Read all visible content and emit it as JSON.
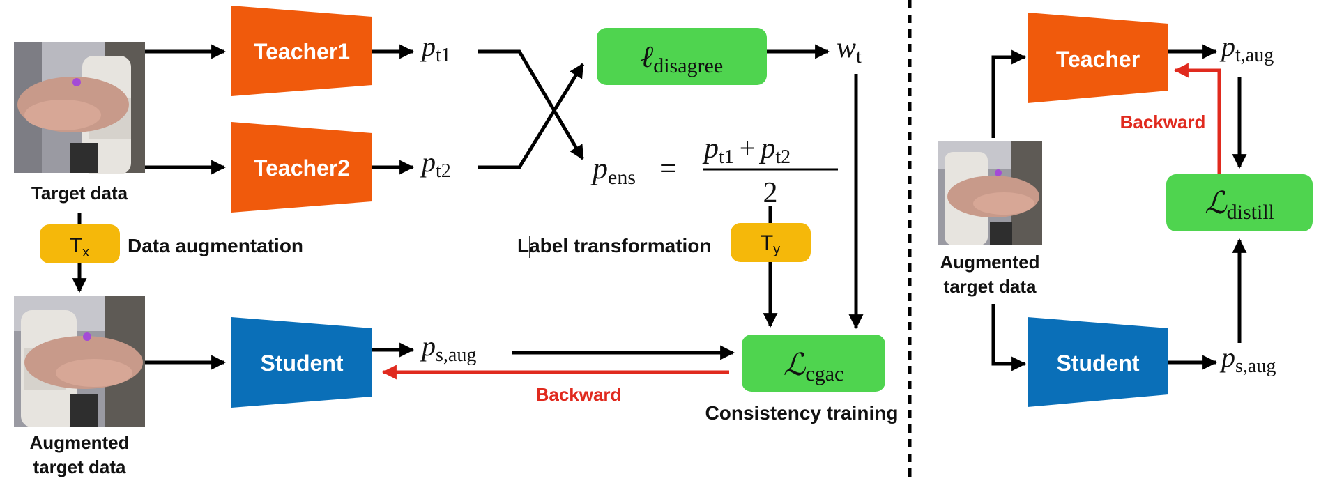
{
  "colors": {
    "teacher": "#f05a0c",
    "student": "#0a6fb8",
    "loss": "#4fd44f",
    "transform": "#f5b80a",
    "backward": "#e02a1e",
    "arrow": "#000000"
  },
  "left": {
    "inputs": {
      "target_caption": "Target data",
      "augmented_caption_line1": "Augmented",
      "augmented_caption_line2": "target data"
    },
    "augmentation": {
      "symbol": "T",
      "subscript": "x",
      "label": "Data augmentation"
    },
    "networks": {
      "teacher1": "Teacher1",
      "teacher2": "Teacher2",
      "student": "Student"
    },
    "outputs": {
      "p_t1": {
        "base": "p",
        "sub": "t1"
      },
      "p_t2": {
        "base": "p",
        "sub": "t2"
      },
      "p_s_aug": {
        "base": "p",
        "sub": "s,aug"
      },
      "w_t": {
        "base": "w",
        "sub": "t"
      }
    },
    "disagree_loss": {
      "base": "ℓ",
      "sub": "disagree"
    },
    "ensemble": {
      "lhs_base": "p",
      "lhs_sub": "ens",
      "equals": "=",
      "num_a_base": "p",
      "num_a_sub": "t1",
      "plus": "+",
      "num_b_base": "p",
      "num_b_sub": "t2",
      "denominator": "2"
    },
    "label_transform": {
      "symbol": "T",
      "subscript": "y",
      "label": "Label transformation"
    },
    "cgac_loss": {
      "base": "ℒ",
      "sub": "cgac"
    },
    "backward_label": "Backward",
    "consistency_caption": "Consistency training"
  },
  "right": {
    "teacher": "Teacher",
    "student": "Student",
    "p_t_aug": {
      "base": "p",
      "sub": "t,aug"
    },
    "p_s_aug": {
      "base": "p",
      "sub": "s,aug"
    },
    "distill_loss": {
      "base": "ℒ",
      "sub": "distill"
    },
    "backward_label": "Backward",
    "augmented_caption_line1": "Augmented",
    "augmented_caption_line2": "target data"
  }
}
